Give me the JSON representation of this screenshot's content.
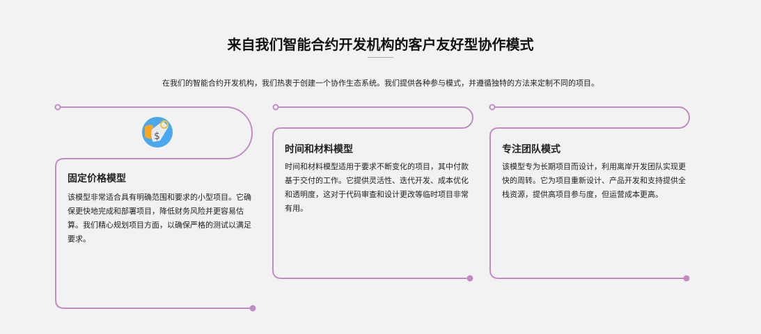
{
  "header": {
    "title": "来自我们智能合约开发机构的客户友好型协作模式",
    "subtitle": "在我们的智能合约开发机构，我们热衷于创建一个协作生态系统。我们提供各种参与模式，并遵循独特的方法来定制不同的项目。"
  },
  "colors": {
    "accent": "#c08cc4",
    "background": "#f2f2f2"
  },
  "cards": [
    {
      "title": "固定价格模型",
      "body": "该模型非常适合具有明确范围和要求的小型项目。它确保更快地完成和部署项目，降低财务风险并更容易估算。我们精心规划项目方面，以确保严格的测试以满足要求。",
      "icon": "price-tag-icon"
    },
    {
      "title": "时间和材料模型",
      "body": "时间和材料模型适用于要求不断变化的项目，其中付款基于交付的工作。它提供灵活性、迭代开发、成本优化和透明度，这对于代码审查和设计更改等临时项目非常有用。"
    },
    {
      "title": "专注团队模式",
      "body": "该模型专为长期项目而设计，利用离岸开发团队实现更快的周转。它为项目重新设计、产品开发和支持提供全栈资源，提供高项目参与度，但运营成本更高。"
    }
  ]
}
